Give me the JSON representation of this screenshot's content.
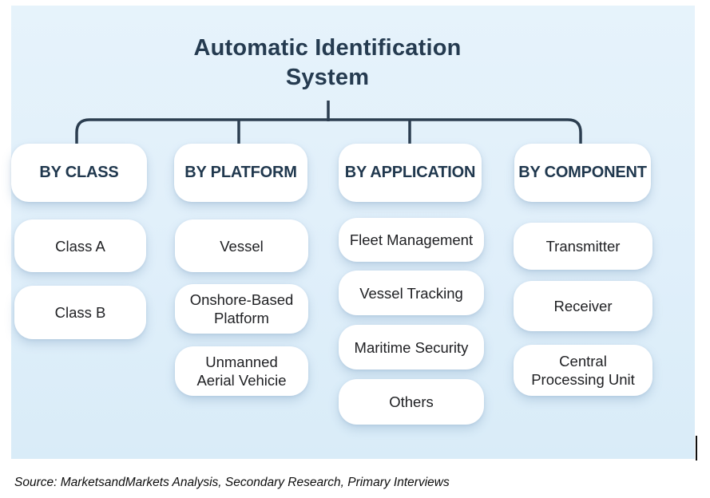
{
  "title": "Automatic Identification\nSystem",
  "columns": [
    {
      "header": "BY CLASS",
      "items": [
        "Class A",
        "Class B"
      ]
    },
    {
      "header": "BY PLATFORM",
      "items": [
        "Vessel",
        "Onshore-Based\nPlatform",
        "Unmanned\nAerial Vehicie"
      ]
    },
    {
      "header": "BY APPLICATION",
      "items": [
        "Fleet Management",
        "Vessel Tracking",
        "Maritime Security",
        "Others"
      ]
    },
    {
      "header": "BY COMPONENT",
      "items": [
        "Transmitter",
        "Receiver",
        "Central\nProcessing Unit"
      ]
    }
  ],
  "source": "Source: MarketsandMarkets Analysis, Secondary Research, Primary Interviews",
  "colors": {
    "panel_background": "#e1f0fa",
    "node_background": "#ffffff",
    "connector_line": "#2c3e50",
    "title_text": "#253b50",
    "header_text": "#20384e",
    "item_text": "#202124",
    "source_text": "#0d0d0d"
  }
}
